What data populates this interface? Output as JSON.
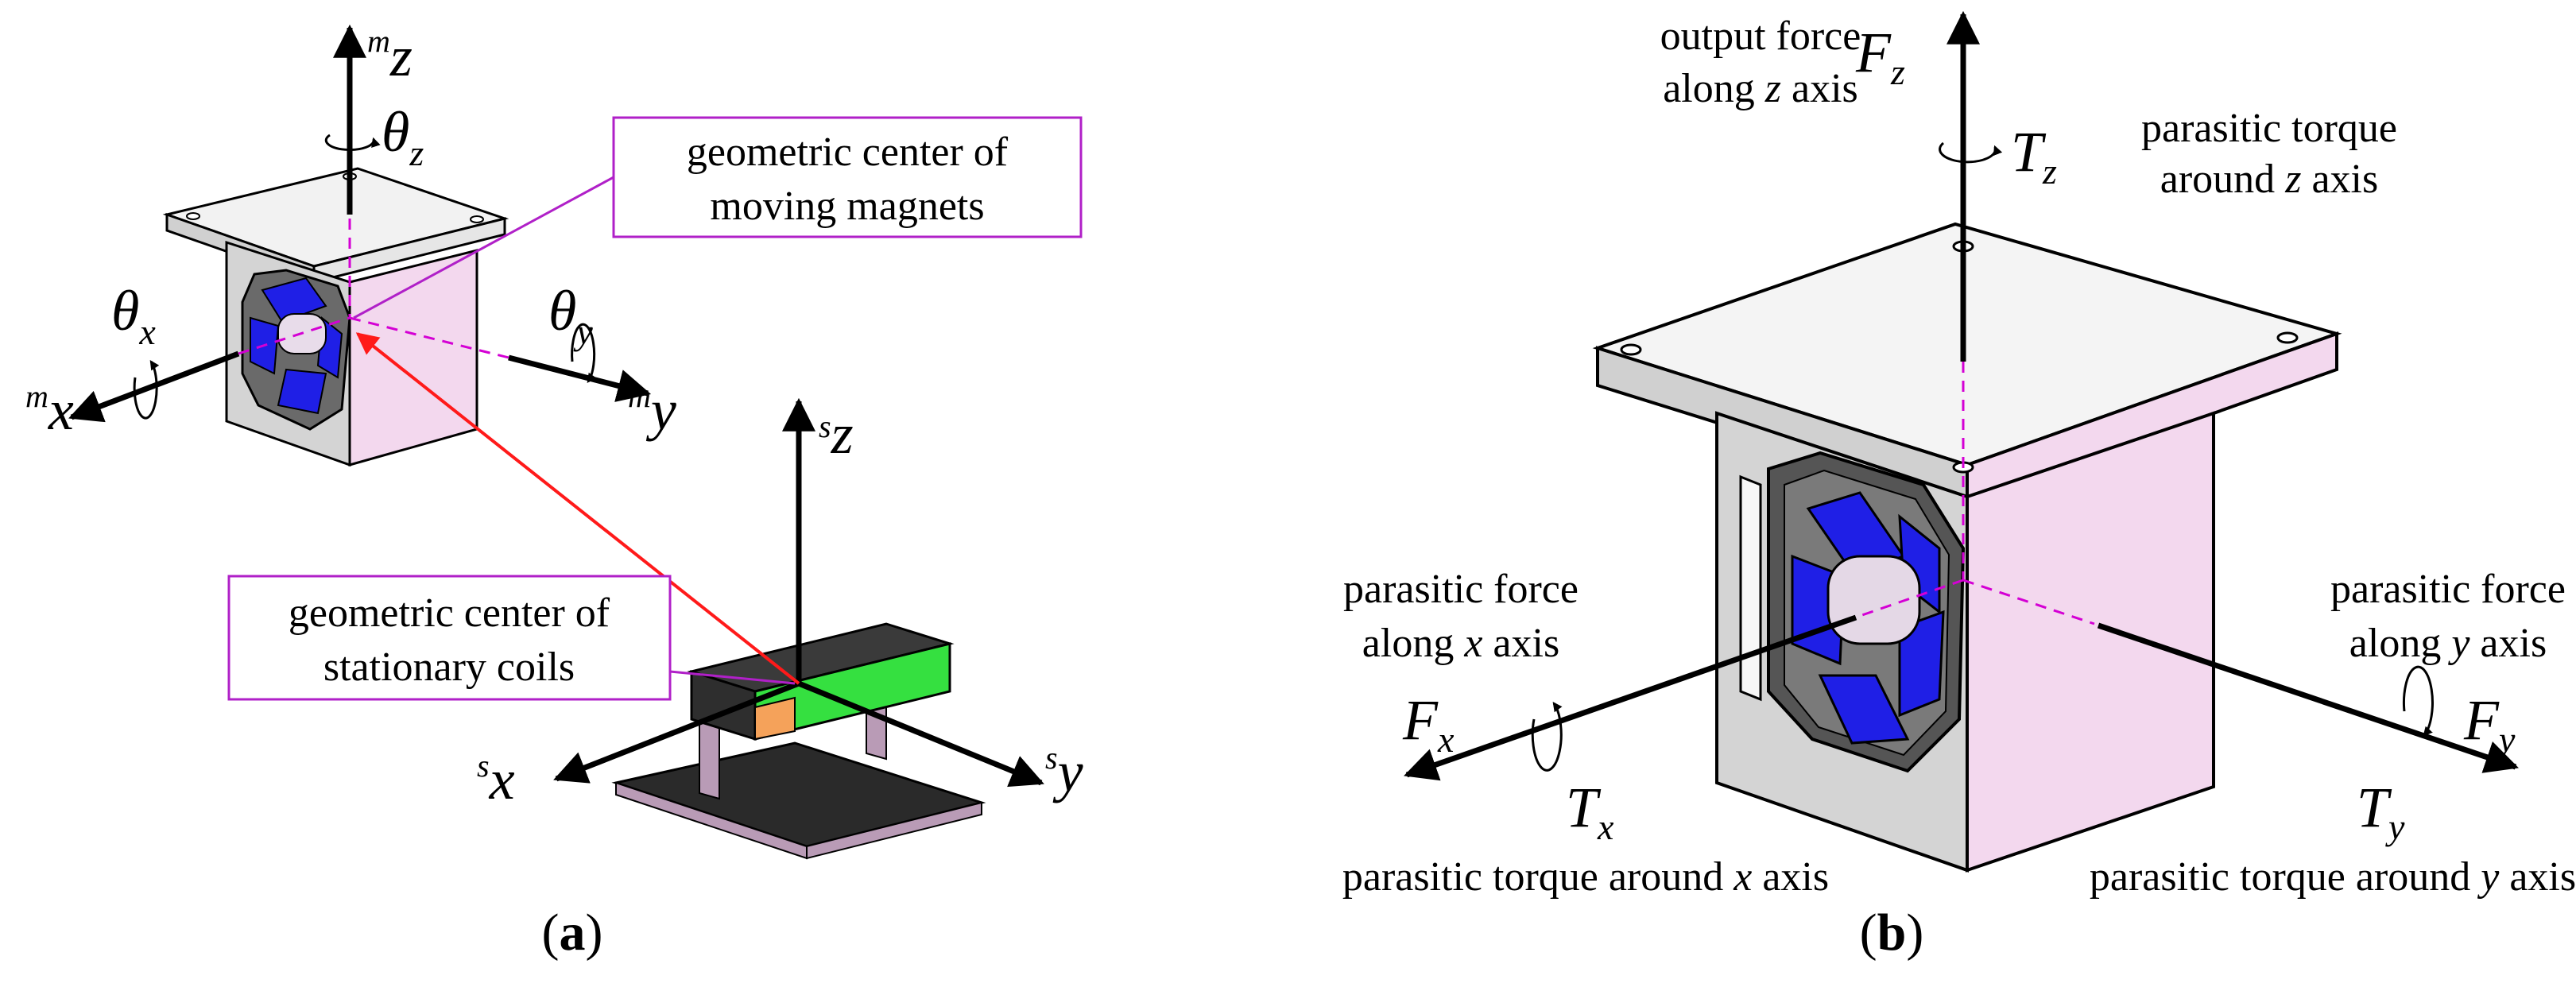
{
  "panel_a": {
    "caption": {
      "open": "(",
      "letter": "a",
      "close": ")"
    },
    "callout_moving": {
      "line1": "geometric center of",
      "line2": "moving magnets"
    },
    "callout_stationary": {
      "line1": "geometric center of",
      "line2": "stationary coils"
    },
    "moving_axes": {
      "x": {
        "sup": "m",
        "name": "x"
      },
      "y": {
        "sup": "m",
        "name": "y"
      },
      "z": {
        "sup": "m",
        "name": "z"
      },
      "theta_x": {
        "sym": "θ",
        "sub": "x"
      },
      "theta_y": {
        "sym": "θ",
        "sub": "y"
      },
      "theta_z": {
        "sym": "θ",
        "sub": "z"
      }
    },
    "stationary_axes": {
      "x": {
        "sup": "s",
        "name": "x"
      },
      "y": {
        "sup": "s",
        "name": "y"
      },
      "z": {
        "sup": "s",
        "name": "z"
      }
    }
  },
  "panel_b": {
    "caption": {
      "open": "(",
      "letter": "b",
      "close": ")"
    },
    "Fz": {
      "sym": "F",
      "sub": "z",
      "line1": "output force",
      "line2_pre": "along ",
      "line2_var": "z",
      "line2_post": " axis"
    },
    "Tz": {
      "sym": "T",
      "sub": "z",
      "line1": "parasitic torque",
      "line2_pre": "around ",
      "line2_var": "z",
      "line2_post": " axis"
    },
    "Fx": {
      "sym": "F",
      "sub": "x",
      "line1": "parasitic force",
      "line2_pre": "along ",
      "line2_var": "x",
      "line2_post": " axis"
    },
    "Fy": {
      "sym": "F",
      "sub": "y",
      "line1": "parasitic force",
      "line2_pre": "along ",
      "line2_var": "y",
      "line2_post": " axis"
    },
    "Tx": {
      "sym": "T",
      "sub": "x",
      "line_pre": "parasitic torque around ",
      "line_var": "x",
      "line_post": " axis"
    },
    "Ty": {
      "sym": "T",
      "sub": "y",
      "line_pre": "parasitic torque around ",
      "line_var": "y",
      "line_post": " axis"
    }
  },
  "colors": {
    "magnet_blue": "#1f1fe6",
    "housing_pink": "#f3d8ee",
    "housing_gray": "#d4d4d4",
    "coil_green": "#35e040",
    "callout_purple": "#b020c8",
    "vector_red": "#ff1a1a"
  }
}
